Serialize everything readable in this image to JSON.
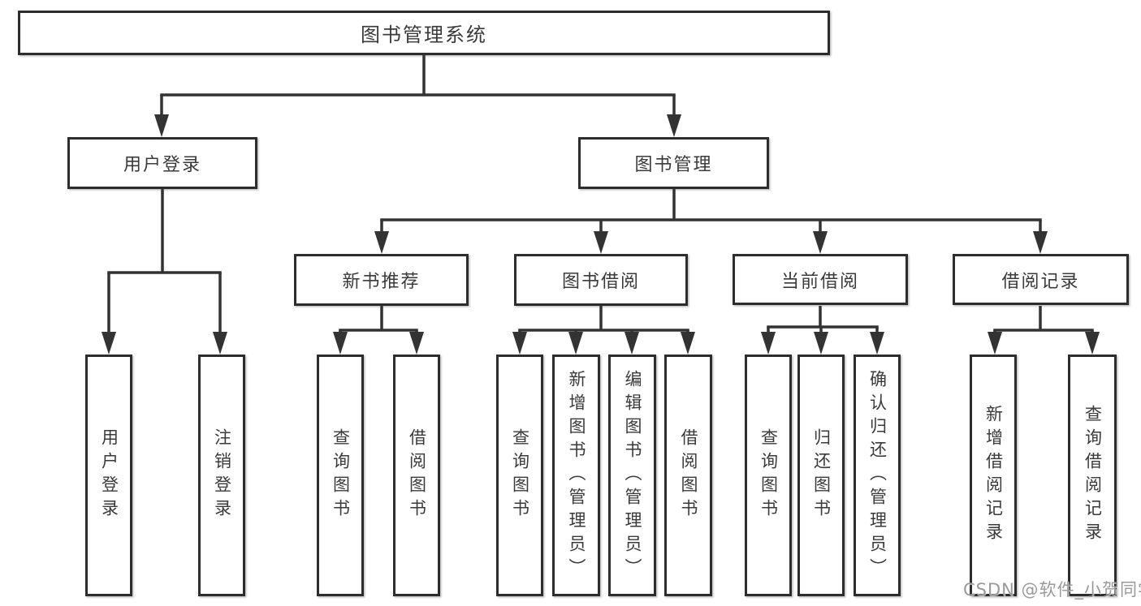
{
  "diagram": {
    "title": "图书管理系统",
    "level2": {
      "user_login": "用户登录",
      "book_management": "图书管理"
    },
    "level3": {
      "new_book": "新书推荐",
      "book_borrow": "图书借阅",
      "current_borrow": "当前借阅",
      "borrow_record": "借阅记录"
    },
    "leaves": {
      "user_login": "用户登录",
      "logout": "注销登录",
      "query_books_a": "查询图书",
      "borrow_books_a": "借阅图书",
      "query_books_b": "查询图书",
      "add_book_admin": "新增图书（管理员）",
      "edit_book_admin": "编辑图书（管理员）",
      "borrow_books_b": "借阅图书",
      "query_books_c": "查询图书",
      "return_book": "归还图书",
      "confirm_return_admin": "确认归还（管理员）",
      "add_borrow_record": "新增借阅记录",
      "query_borrow_record": "查询借阅记录"
    }
  },
  "watermark": {
    "text": "CSDN @软件_小贺同学"
  },
  "colors": {
    "line": "#333333",
    "border": "#2d2d2d",
    "text": "#3a3a3a",
    "watermark": "#9a9a9a",
    "background": "#ffffff"
  }
}
